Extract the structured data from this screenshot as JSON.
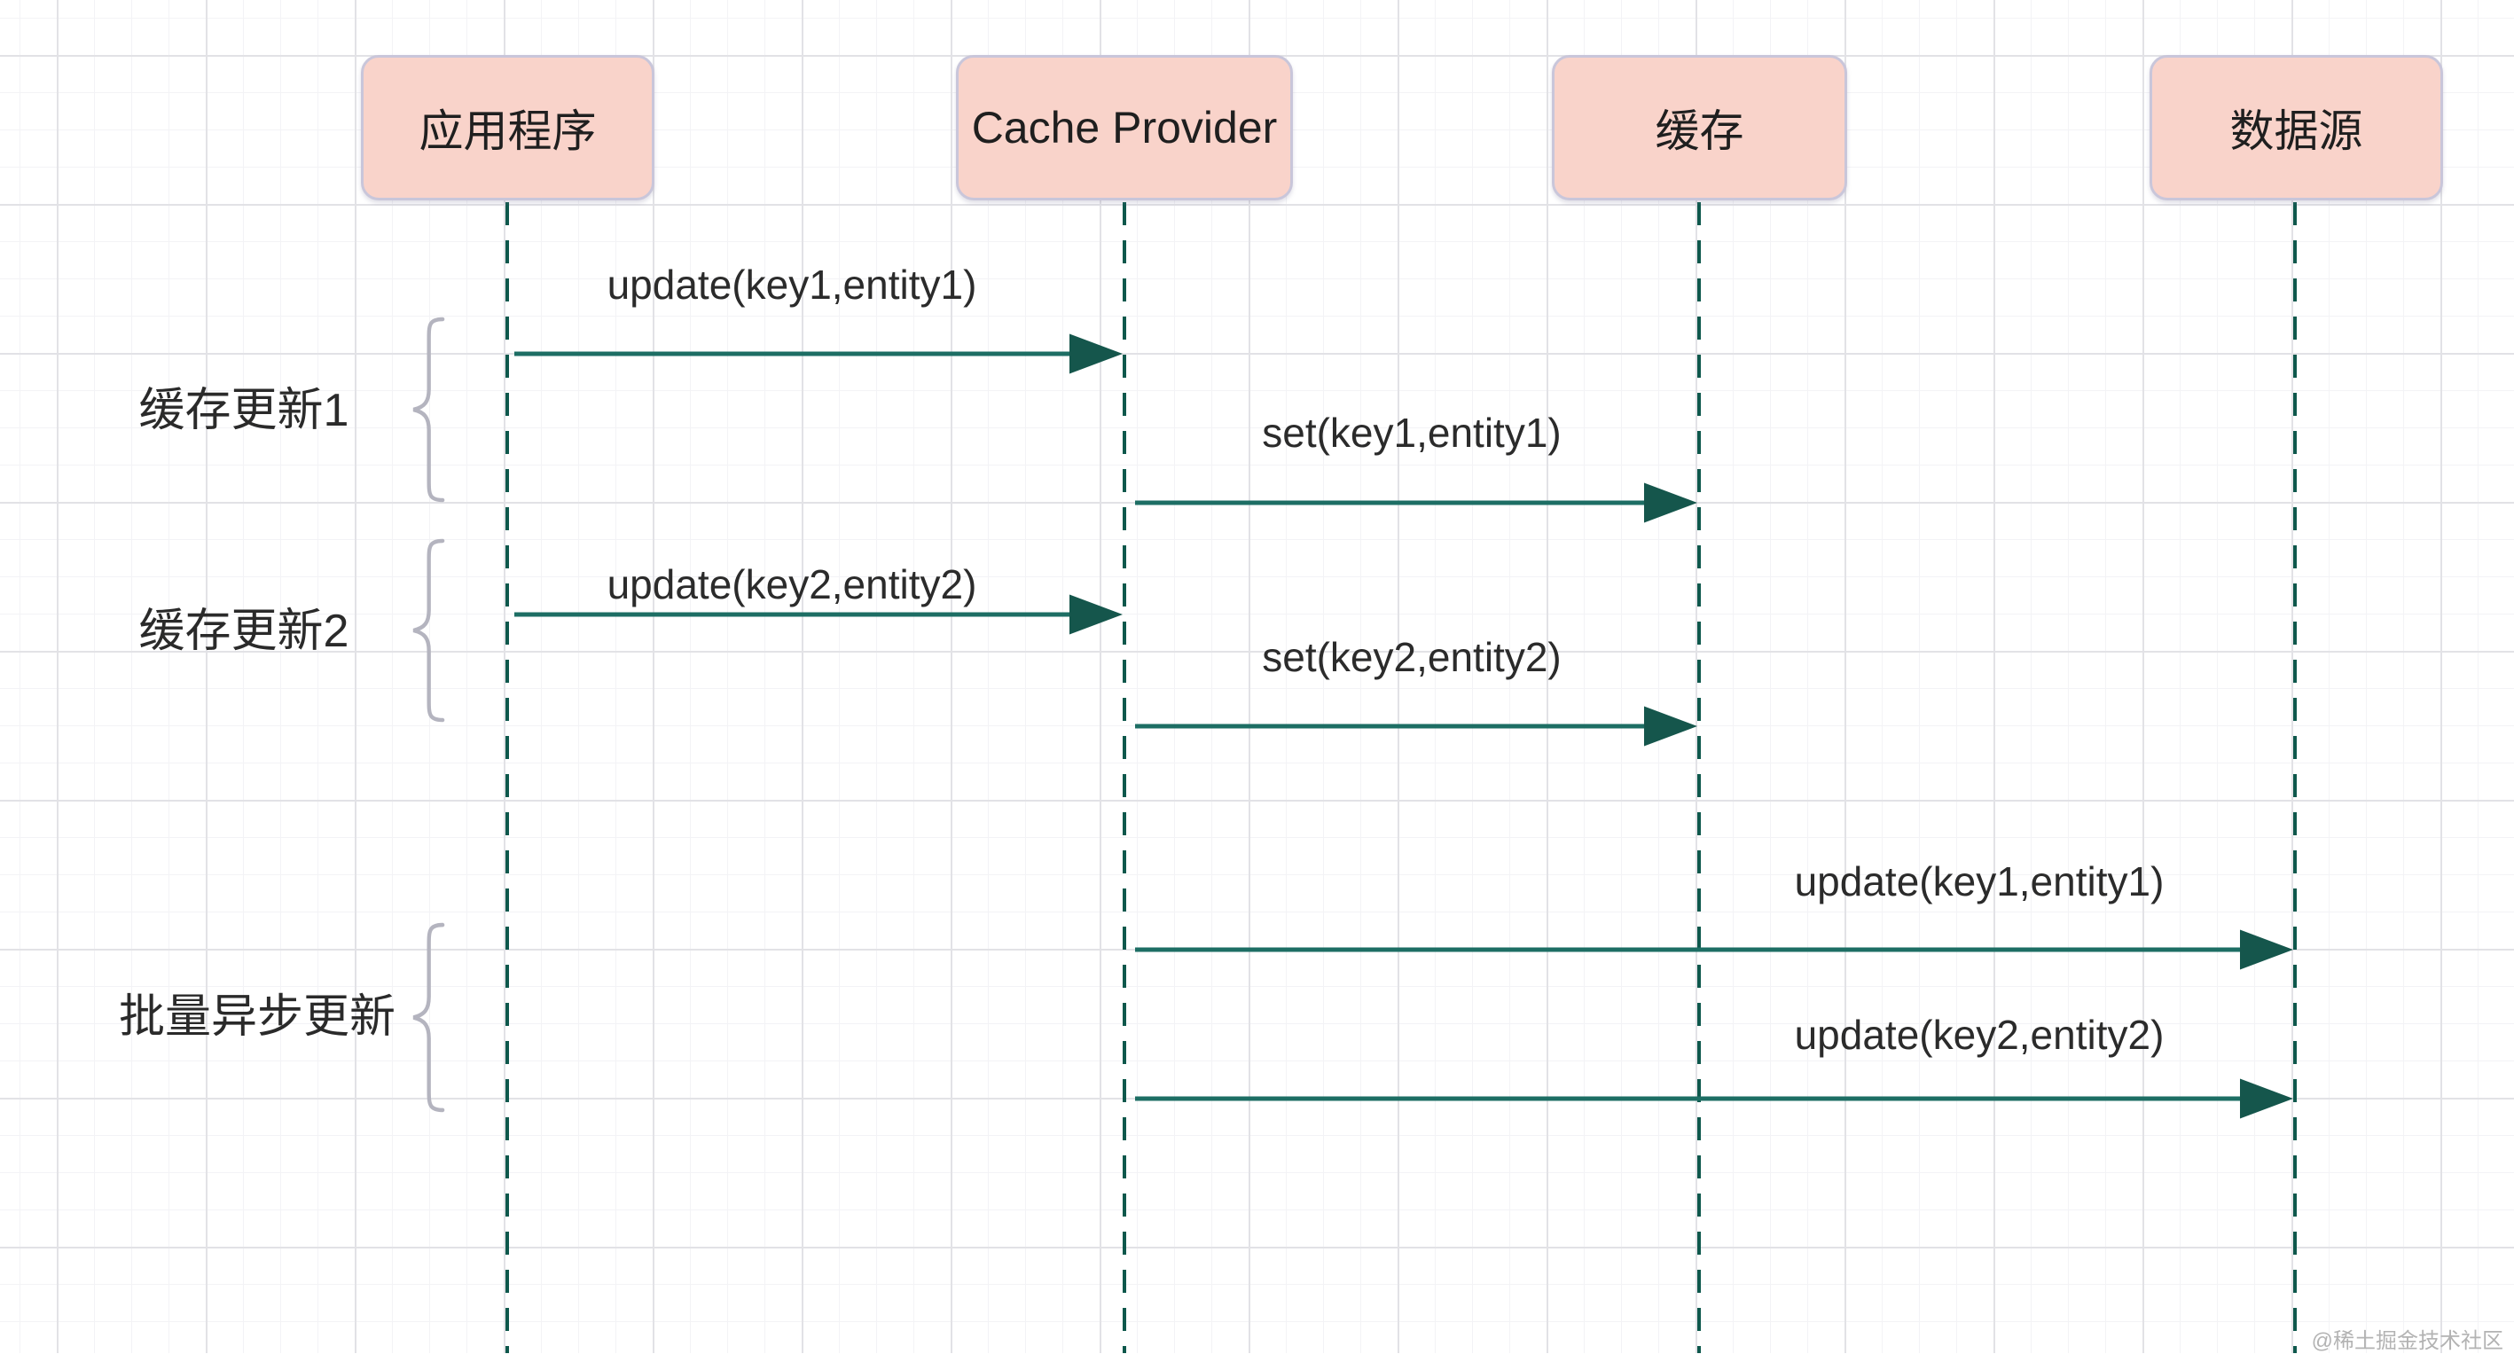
{
  "diagram": {
    "actors": [
      {
        "label": "应用程序"
      },
      {
        "label": "Cache Provider"
      },
      {
        "label": "缓存"
      },
      {
        "label": "数据源"
      }
    ],
    "messages": [
      {
        "label": "update(key1,entity1)",
        "from": "应用程序",
        "to": "Cache Provider"
      },
      {
        "label": "set(key1,entity1)",
        "from": "Cache Provider",
        "to": "缓存"
      },
      {
        "label": "update(key2,entity2)",
        "from": "应用程序",
        "to": "Cache Provider"
      },
      {
        "label": "set(key2,entity2)",
        "from": "Cache Provider",
        "to": "缓存"
      },
      {
        "label": "update(key1,entity1)",
        "from": "Cache Provider",
        "to": "数据源"
      },
      {
        "label": "update(key2,entity2)",
        "from": "Cache Provider",
        "to": "数据源"
      }
    ],
    "groups": [
      {
        "label": "缓存更新1"
      },
      {
        "label": "缓存更新2"
      },
      {
        "label": "批量异步更新"
      }
    ],
    "watermark": "@稀土掘金技术社区",
    "colors": {
      "actor_fill": "#f9d3ca",
      "actor_border": "#c9c6da",
      "arrow": "#1d6e64",
      "arrowhead": "#15564c",
      "lifeline": "#0e584c",
      "brace": "#b4b4bf",
      "grid_major": "#e2e2e6",
      "grid_minor": "#f3f3f6",
      "text": "#2b2b2b",
      "watermark": "#b3b3b3"
    }
  }
}
